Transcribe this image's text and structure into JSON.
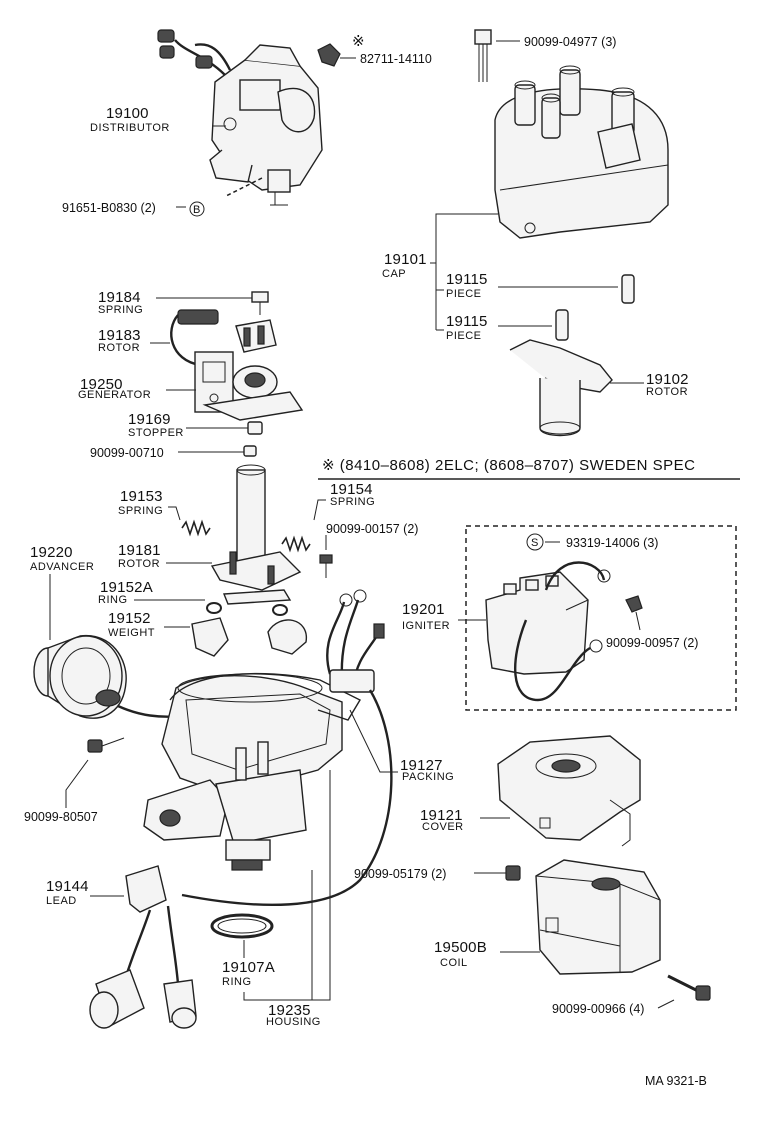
{
  "note": "※ (8410–8608) 2ELC; (8608–8707) SWEDEN SPEC",
  "footer_code": "MA  9321-B",
  "asterisk_mark": "※",
  "circle_b": "B",
  "circle_s": "S",
  "parts": {
    "distributor": {
      "num": "19100",
      "name": "DISTRIBUTOR"
    },
    "cap": {
      "num": "19101",
      "name": "CAP"
    },
    "piece_1": {
      "num": "19115",
      "name": "PIECE"
    },
    "piece_2": {
      "num": "19115",
      "name": "PIECE"
    },
    "rotor_top": {
      "num": "19102",
      "name": "ROTOR"
    },
    "spring_top": {
      "num": "19184",
      "name": "SPRING"
    },
    "rotor_gen": {
      "num": "19183",
      "name": "ROTOR"
    },
    "generator": {
      "num": "19250",
      "name": "GENERATOR"
    },
    "stopper": {
      "num": "19169",
      "name": "STOPPER"
    },
    "spring_left": {
      "num": "19153",
      "name": "SPRING"
    },
    "spring_right": {
      "num": "19154",
      "name": "SPRING"
    },
    "advancer": {
      "num": "19220",
      "name": "ADVANCER"
    },
    "rotor_gov": {
      "num": "19181",
      "name": "ROTOR"
    },
    "ring_weight": {
      "num": "19152A",
      "name": "RING"
    },
    "weight": {
      "num": "19152",
      "name": "WEIGHT"
    },
    "igniter": {
      "num": "19201",
      "name": "IGNITER"
    },
    "packing": {
      "num": "19127",
      "name": "PACKING"
    },
    "cover": {
      "num": "19121",
      "name": "COVER"
    },
    "lead": {
      "num": "19144",
      "name": "LEAD"
    },
    "ring_housing": {
      "num": "19107A",
      "name": "RING"
    },
    "housing": {
      "num": "19235",
      "name": "HOUSING"
    },
    "coil": {
      "num": "19500B",
      "name": "COIL"
    }
  },
  "partnumbers": {
    "pn_82711": "82711-14110",
    "pn_04977": "90099-04977 (3)",
    "pn_b0830": "91651-B0830 (2)",
    "pn_00710": "90099-00710",
    "pn_00157": "90099-00157 (2)",
    "pn_14006": "93319-14006 (3)",
    "pn_00957": "90099-00957 (2)",
    "pn_80507": "90099-80507",
    "pn_05179": "90099-05179 (2)",
    "pn_00966": "90099-00966 (4)"
  }
}
